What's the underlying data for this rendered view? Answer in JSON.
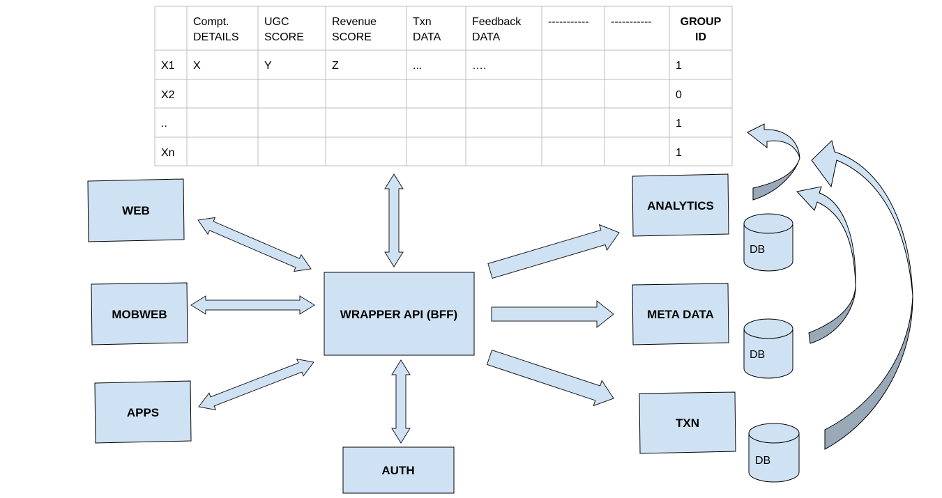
{
  "table": {
    "headers": [
      "",
      "Compt.\nDETAILS",
      "UGC\nSCORE",
      "Revenue\nSCORE",
      "Txn\nDATA",
      "Feedback\nDATA",
      "-----------",
      "-----------",
      "GROUP\nID"
    ],
    "rows": [
      [
        "X1",
        "X",
        "Y",
        "Z",
        "...",
        "….",
        "",
        "",
        "1"
      ],
      [
        "X2",
        "",
        "",
        "",
        "",
        "",
        "",
        "",
        "0"
      ],
      [
        "..",
        "",
        "",
        "",
        "",
        "",
        "",
        "",
        "1"
      ],
      [
        "Xn",
        "",
        "",
        "",
        "",
        "",
        "",
        "",
        "1"
      ]
    ]
  },
  "nodes": {
    "web": "WEB",
    "mobweb": "MOBWEB",
    "apps": "APPS",
    "wrapper": "WRAPPER API (BFF)",
    "auth": "AUTH",
    "analytics": "ANALYTICS",
    "metadata": "META DATA",
    "txn": "TXN",
    "db1": "DB",
    "db2": "DB",
    "db3": "DB"
  },
  "colors": {
    "box_fill": "#cfe2f3",
    "curved_arrow_shadow": "#9aa9b8"
  }
}
